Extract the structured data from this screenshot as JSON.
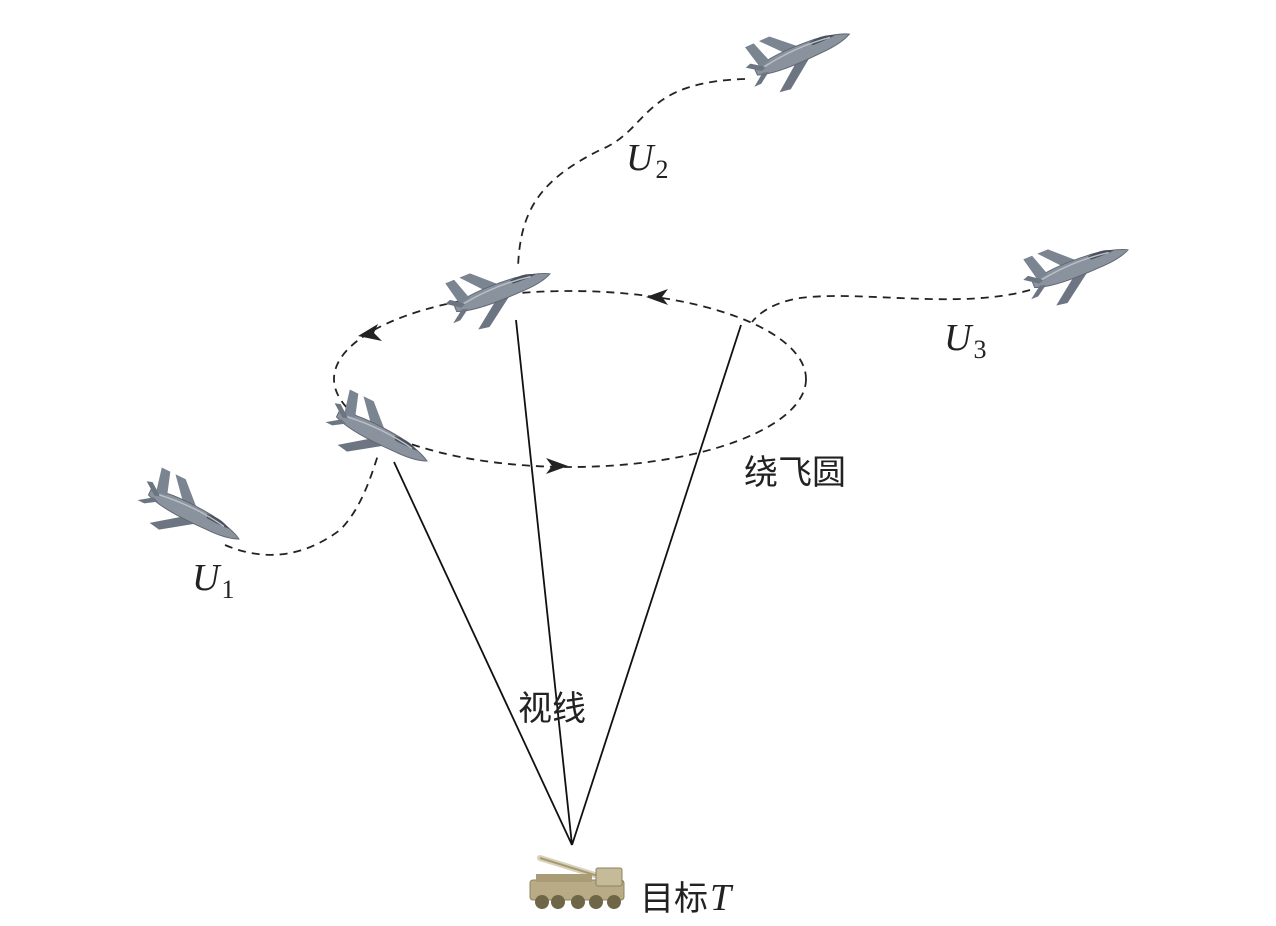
{
  "labels": {
    "u1": {
      "var": "U",
      "sub": "1"
    },
    "u2": {
      "var": "U",
      "sub": "2"
    },
    "u3": {
      "var": "U",
      "sub": "3"
    },
    "orbit": "绕飞圆",
    "line_of_sight": "视线",
    "target_prefix": "目标",
    "target_var": "T"
  },
  "colors": {
    "aircraft_body": "#8a929e",
    "aircraft_shade": "#5f6773",
    "vehicle": "#b8ab86",
    "ink": "#222222"
  },
  "icons": {
    "aircraft": "uav-aircraft-icon",
    "target": "missile-launcher-vehicle-icon",
    "arrow": "arrowhead-icon"
  }
}
